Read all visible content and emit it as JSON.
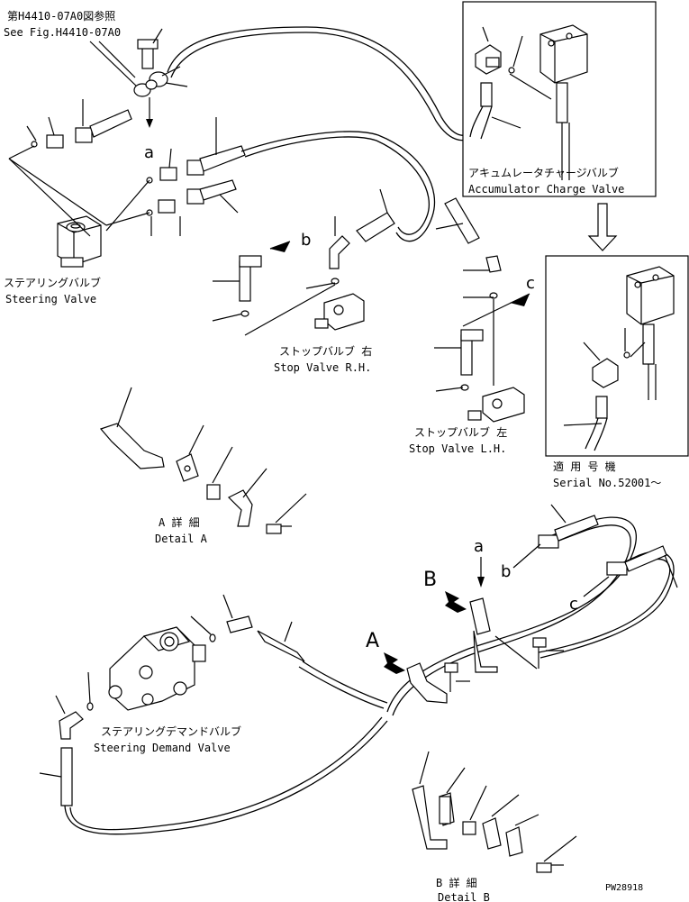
{
  "labels": {
    "ref_jp": "第H4410-07A0図参照",
    "ref_en": "See Fig.H4410-07A0",
    "steering_valve_jp": "ステアリングバルブ",
    "steering_valve_en": "Steering Valve",
    "accum_jp": "アキュムレータチャージバルブ",
    "accum_en": "Accumulator Charge Valve",
    "stop_rh_jp": "ストップバルブ 右",
    "stop_rh_en": "Stop Valve R.H.",
    "stop_lh_jp": "ストップバルブ 左",
    "stop_lh_en": "Stop Valve L.H.",
    "serial_jp": "適 用 号 機",
    "serial_en": "Serial No.52001〜",
    "detail_a_jp": "A 詳 細",
    "detail_a_en": "Detail A",
    "detail_b_jp": "B 詳 細",
    "detail_b_en": "Detail B",
    "demand_jp": "ステアリングデマンドバルブ",
    "demand_en": "Steering Demand Valve",
    "drawing_no": "PW28918"
  },
  "callouts": {
    "a1": "a",
    "b1": "b",
    "c1": "c",
    "a2": "a",
    "b2": "b",
    "c2": "c",
    "A": "A",
    "B": "B"
  }
}
